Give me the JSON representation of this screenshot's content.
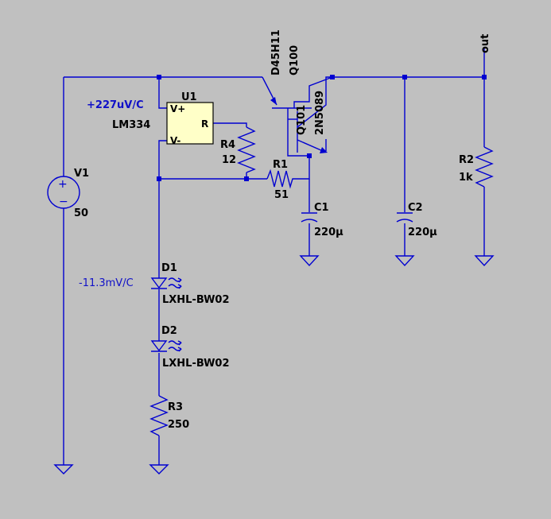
{
  "schematic": {
    "background": "#c0c0c0",
    "wire_color": "#0000d0",
    "ic_fill": "#ffffc8",
    "net_out": "out",
    "v1": {
      "name": "V1",
      "value": "50",
      "plus": "+",
      "minus": "−"
    },
    "u1": {
      "name": "U1",
      "part": "LM334",
      "pin_vplus": "V+",
      "pin_vminus": "V-",
      "pin_r": "R",
      "tempco": "+227uV/C"
    },
    "q100": {
      "name": "Q100",
      "part": "D45H11"
    },
    "q101": {
      "name": "Q101",
      "part": "2N5089"
    },
    "r1": {
      "name": "R1",
      "value": "51"
    },
    "r2": {
      "name": "R2",
      "value": "1k"
    },
    "r3": {
      "name": "R3",
      "value": "250"
    },
    "r4": {
      "name": "R4",
      "value": "12"
    },
    "c1": {
      "name": "C1",
      "value": "220µ"
    },
    "c2": {
      "name": "C2",
      "value": "220µ"
    },
    "d1": {
      "name": "D1",
      "part": "LXHL-BW02",
      "tempco": "-11.3mV/C"
    },
    "d2": {
      "name": "D2",
      "part": "LXHL-BW02"
    }
  }
}
